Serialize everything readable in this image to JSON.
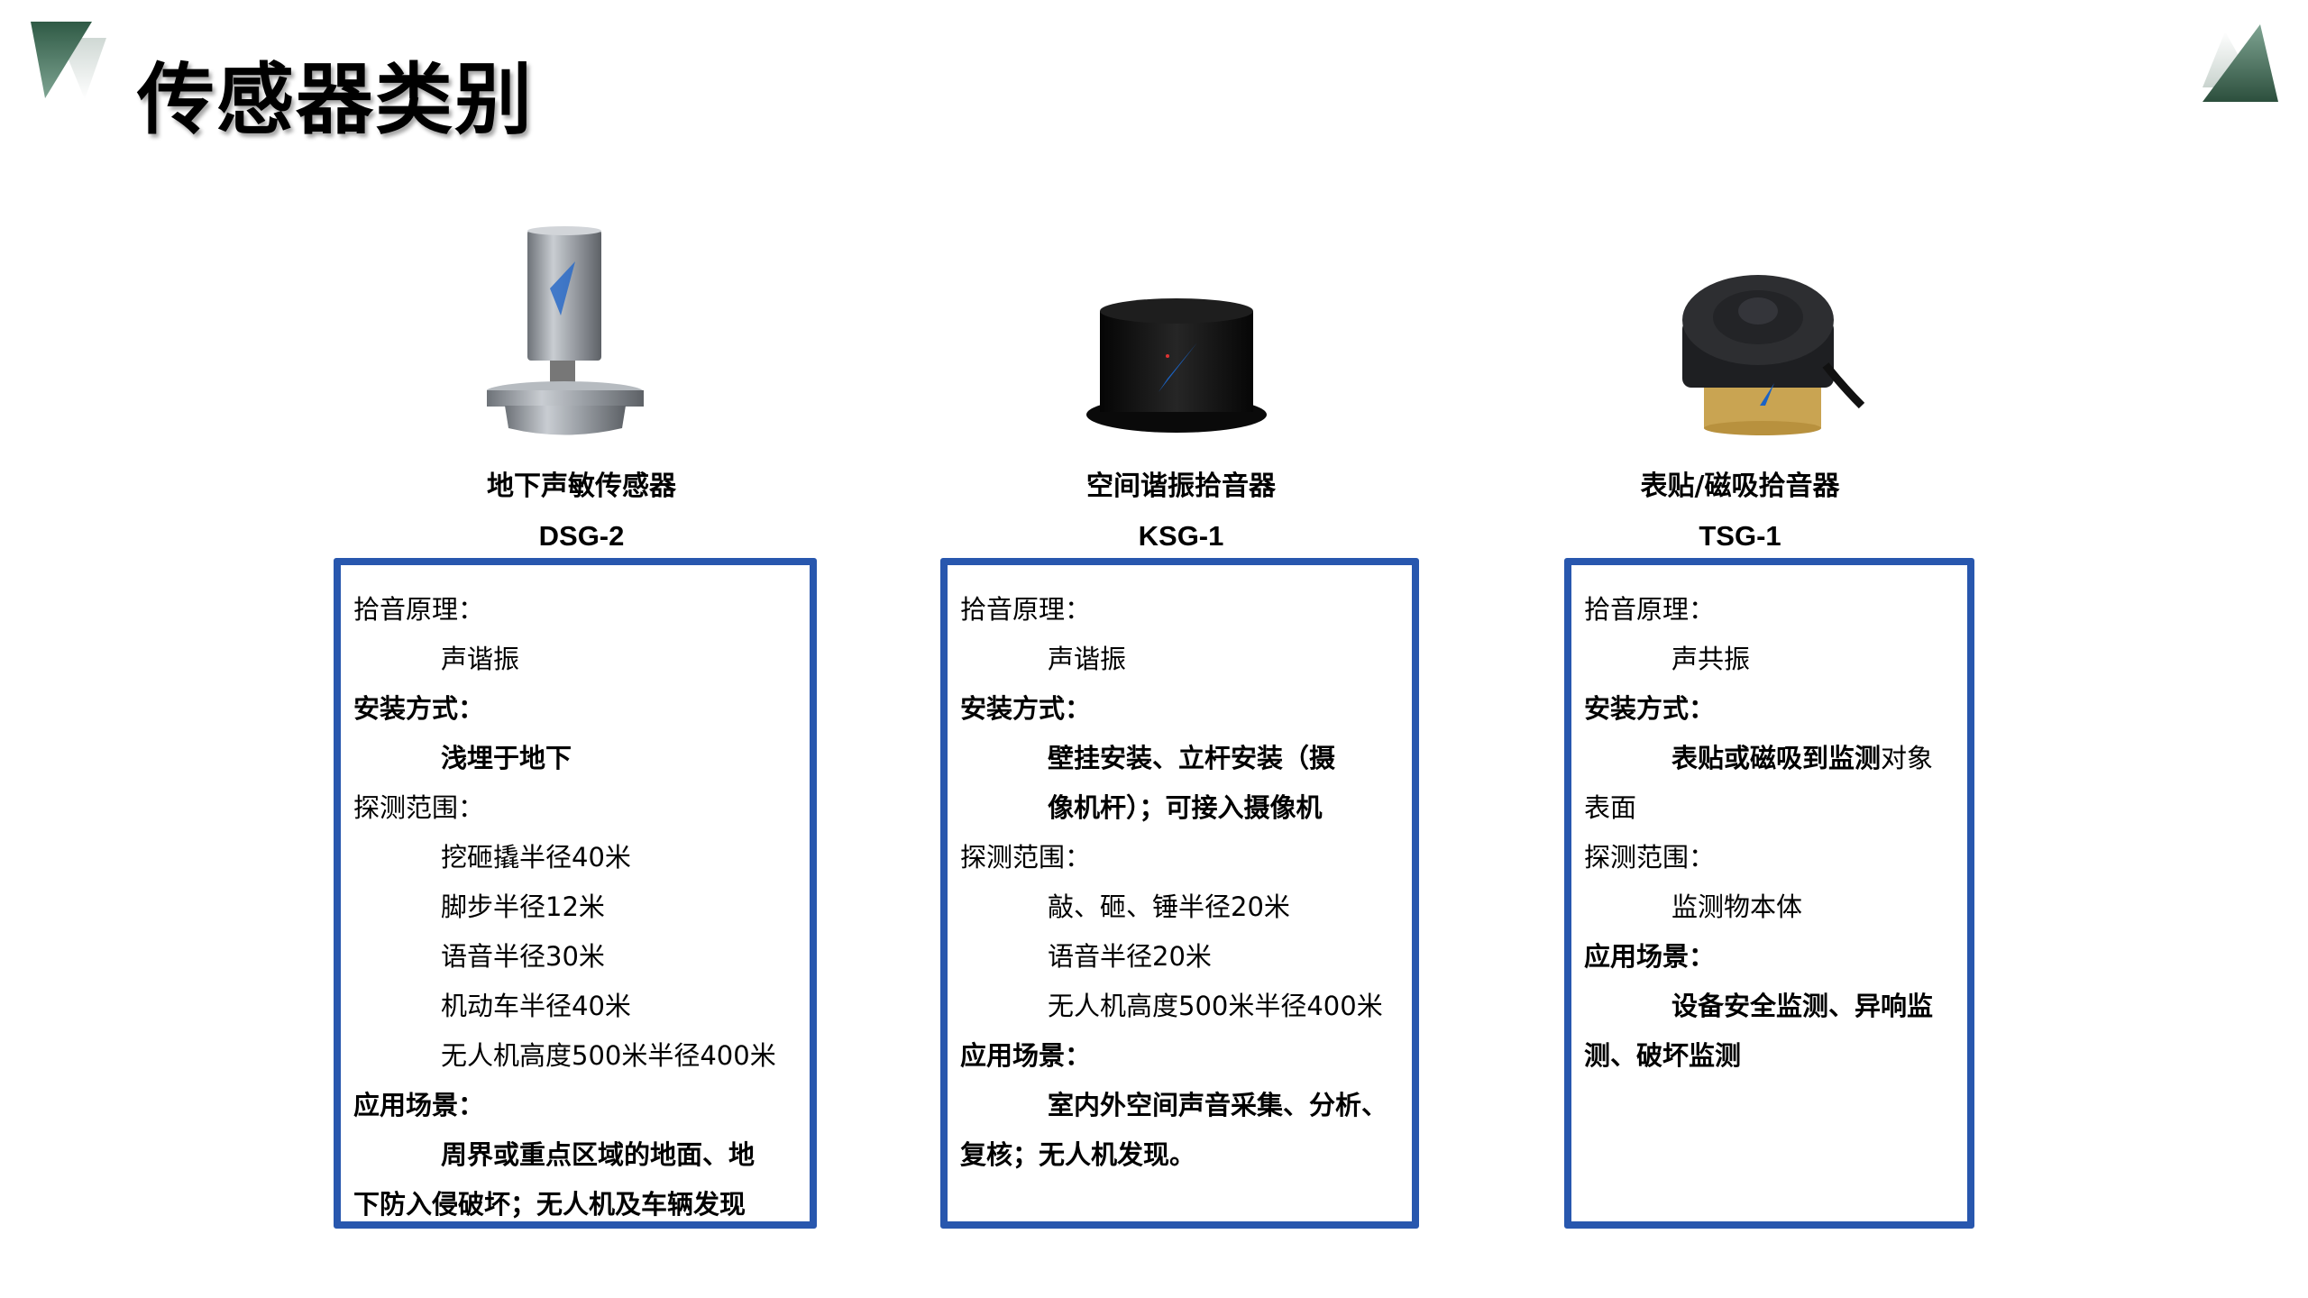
{
  "page": {
    "title": "传感器类别",
    "accent_color": "#2857ae",
    "deco_color": "#3a6a55"
  },
  "products": [
    {
      "name": "地下声敏传感器",
      "model": "DSG-2",
      "image": "cylindrical-steel-sensor-image",
      "spec": {
        "principle_label": "拾音原理：",
        "principle": "声谐振",
        "install_label": "安装方式：",
        "install": "浅埋于地下",
        "range_label": "探测范围：",
        "range": [
          "挖砸撬半径40米",
          "脚步半径12米",
          "语音半径30米",
          "机动车半径40米",
          "无人机高度500米半径400米"
        ],
        "scenario_label": "应用场景：",
        "scenario_line1": "周界或重点区域的地面、地",
        "scenario_line2": "下防入侵破坏；无人机及车辆发现"
      }
    },
    {
      "name": "空间谐振拾音器",
      "model": "KSG-1",
      "image": "black-cylinder-pickup-image",
      "spec": {
        "principle_label": "拾音原理：",
        "principle": "声谐振",
        "install_label": "安装方式：",
        "install_line1": "壁挂安装、立杆安装（摄",
        "install_line2": "像机杆）；可接入摄像机",
        "range_label": "探测范围：",
        "range": [
          "敲、砸、锤半径20米",
          "语音半径20米",
          "无人机高度500米半径400米"
        ],
        "scenario_label": "应用场景：",
        "scenario_line1": "室内外空间声音采集、分析、",
        "scenario_line2": "复核；无人机发现。"
      }
    },
    {
      "name": "表贴/磁吸拾音器",
      "model": "TSG-1",
      "image": "magnetic-contact-pickup-image",
      "spec": {
        "principle_label": "拾音原理：",
        "principle": "声共振",
        "install_label": "安装方式：",
        "install_bold": "表贴或磁吸到监测",
        "install_regular": "对象",
        "install_line2": "表面",
        "range_label": "探测范围：",
        "range": [
          "监测物本体"
        ],
        "scenario_label": "应用场景：",
        "scenario_line1": "设备安全监测、异响监",
        "scenario_line2": "测、破坏监测"
      }
    }
  ]
}
